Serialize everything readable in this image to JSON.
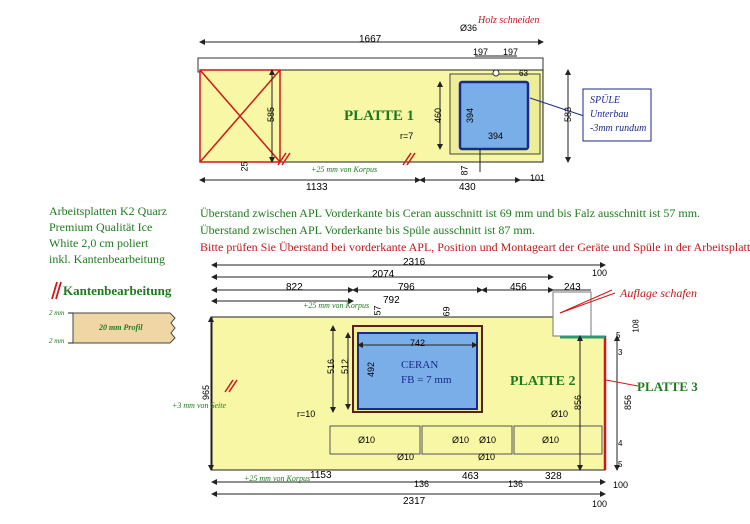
{
  "plate1": {
    "label": "PLATTE 1",
    "dims": {
      "total": "1667",
      "d36": "Ø36",
      "w197a": "197",
      "w197b": "197",
      "d63": "63",
      "h585": "585",
      "h460": "460",
      "h394": "394",
      "w394": "394",
      "h583": "583",
      "r7": "r=7",
      "d87": "87",
      "d25": "25",
      "w1133": "1133",
      "w430": "430",
      "w101": "101"
    },
    "holz": "Holz schneiden",
    "korpus": "+25 mm von Korpus",
    "spuele": [
      "SPÜLE",
      "Unterbau",
      "-3mm rundum"
    ]
  },
  "specs": [
    "Arbeitsplatten K2 Quarz",
    "Premium Qualität Ice",
    "White 2,0 cm poliert",
    "inkl. Kantenbearbeitung"
  ],
  "kante": {
    "title": "Kantenbearbeitung",
    "mm_top": "2 mm",
    "mm_bottom": "2 mm",
    "profil": "20 mm Profil"
  },
  "notes": [
    "Überstand zwischen APL Vorderkante bis Ceran ausschnitt ist 69 mm und bis Falz ausschnitt ist 57 mm.",
    "Überstand zwischen APL Vorderkante bis Spüle ausschnitt ist 87 mm.",
    "Bitte prüfen Sie Überstand bei vorderkante APL, Position und Montageart der Geräte und Spüle in der Arbeitsplatte."
  ],
  "plate2": {
    "label": "PLATTE 2",
    "label3": "PLATTE 3",
    "auflage": "Auflage schafen",
    "ceran": "CERAN",
    "fb": "FB = 7 mm",
    "dims": {
      "w2316": "2316",
      "w100a": "100",
      "w2074": "2074",
      "w822": "822",
      "w796": "796",
      "w456": "456",
      "w243": "243",
      "w792": "792",
      "d57": "57",
      "d69": "69",
      "w742": "742",
      "h516": "516",
      "h512": "512",
      "h492": "492",
      "h965": "965",
      "h856a": "856",
      "h856b": "856",
      "d108": "108",
      "d5a": "5",
      "d3": "3",
      "d4": "4",
      "d5b": "5",
      "r10": "r=10",
      "w1153": "1153",
      "w136a": "136",
      "w463": "463",
      "w136b": "136",
      "w328": "328",
      "w100b": "100",
      "w2317": "2317",
      "w100c": "100"
    },
    "holes": {
      "h1": "Ø10",
      "h2": "Ø10",
      "h3": "Ø10",
      "h4": "Ø10",
      "h5": "Ø10",
      "h6": "Ø10",
      "h7": "Ø10"
    },
    "korpus_top": "+25 mm von Korpus",
    "korpus_bottom": "+25 mm von Korpus",
    "seite": "+3 mm von Seite"
  }
}
